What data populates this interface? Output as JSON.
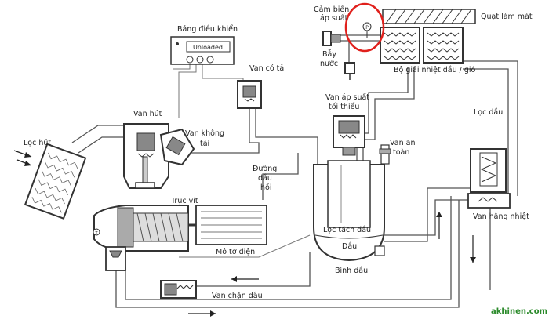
{
  "labels": {
    "pressure_sensor": [
      "Cảm biến",
      "áp suất"
    ],
    "cooling_fan": "Quạt làm mát",
    "control_panel": "Bảng điều khiển",
    "panel_display": "Unloaded",
    "load_valve": "Van có tải",
    "water_trap": [
      "Bẫy",
      "nước"
    ],
    "heat_exchanger": "Bộ giải nhiệt dầu / gió",
    "min_pressure_valve": [
      "Van áp suất",
      "tối thiểu"
    ],
    "intake_valve": "Van hút",
    "unload_valve": [
      "Van không",
      "tải"
    ],
    "oil_filter": "Lọc dầu",
    "air_filter": "Lọc hút",
    "return_line": [
      "Đường",
      "dầu",
      "hồi"
    ],
    "safety_valve": [
      "Van an",
      "toàn"
    ],
    "screw": "Trục vít",
    "separator_filter": "Lọc tách dầu",
    "thermostat_valve": "Van hằng nhiệt",
    "oil": "Dầu",
    "motor": "Mô tơ điện",
    "oil_tank": "Bình dầu",
    "oil_stop_valve": "Van chặn dầu",
    "watermark": "akhinen.com"
  },
  "colors": {
    "highlight": "#e0201c",
    "watermark": "#2a8a2a"
  }
}
